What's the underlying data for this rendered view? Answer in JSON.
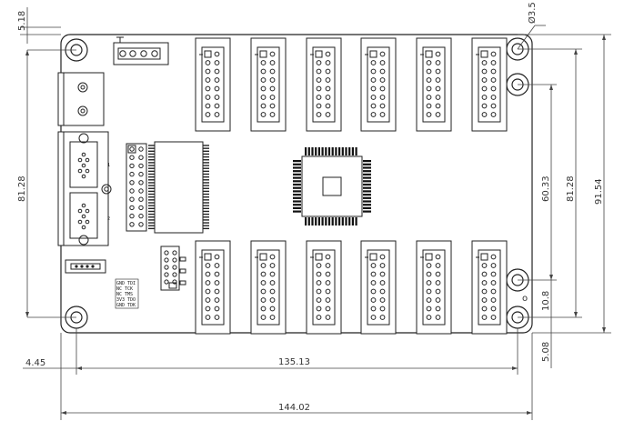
{
  "dimensions": {
    "top_margin": "5.18",
    "hole_diameter": "Ø3.5",
    "left_height": "81.28",
    "right_inner_height": "60.33",
    "right_mid_height": "81.28",
    "right_outer_height": "91.54",
    "hole_offset_right": "10.8",
    "bottom_margin": "5.08",
    "left_offset": "4.45",
    "hole_spacing": "135.13",
    "board_width": "144.02"
  },
  "silkscreen": {
    "header_mark_1": "1",
    "header_mark_2": "2",
    "pin_labels": [
      "GND TDI",
      "NC TCK",
      "NC TMS",
      "3V3 TDO",
      "GND TDK"
    ],
    "small_mark": "o"
  },
  "hub75": {
    "top_row_count": 6,
    "bottom_row_count": 6
  }
}
